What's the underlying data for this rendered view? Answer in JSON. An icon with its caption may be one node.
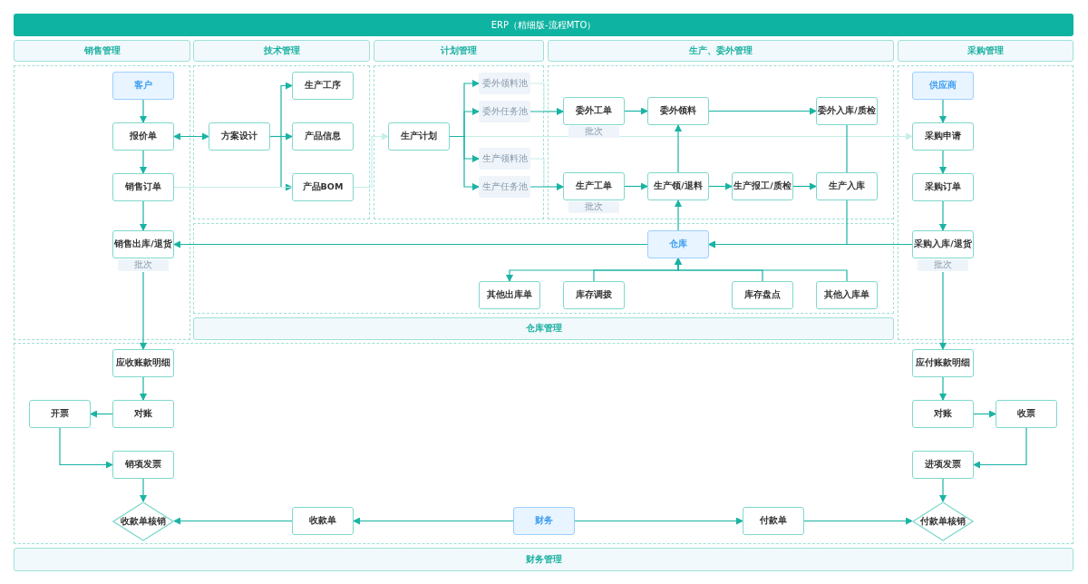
{
  "diagram": {
    "title": "ERP（精细版-流程MTO）",
    "nodes": [
      {
        "text": [
          "销售管理"
        ]
      },
      {
        "text": [
          "客户"
        ],
        "in": 0
      },
      {
        "text": [
          "报价单"
        ],
        "in": 0
      },
      {
        "text": [
          "销售订单"
        ],
        "in": 0
      },
      {
        "text": [
          "销售出库/退货"
        ],
        "beside": [
          "批次"
        ],
        "in": 0
      },
      {
        "text": [
          "技术管理"
        ]
      },
      {
        "text": [
          "方案设计"
        ],
        "in": 5
      },
      {
        "text": [
          "生产工序"
        ],
        "in": 5
      },
      {
        "text": [
          "产品信息"
        ],
        "in": 5
      },
      {
        "text": [
          "产品BOM"
        ],
        "in": 5
      },
      {
        "text": [
          "计划管理"
        ]
      },
      {
        "text": [
          "生产计划"
        ],
        "in": 10
      },
      {
        "text": [
          "委外领料池"
        ],
        "in": 10
      },
      {
        "text": [
          "委外任务池"
        ],
        "in": 10
      },
      {
        "text": [
          "生产领料池"
        ],
        "in": 10
      },
      {
        "text": [
          "生产任务池"
        ],
        "in": 10
      },
      {
        "text": [
          "生产、委外管理"
        ]
      },
      {
        "text": [
          "委外工单"
        ],
        "beside": [
          "批次"
        ],
        "in": 16
      },
      {
        "text": [
          "委外领料"
        ],
        "in": 16
      },
      {
        "text": [
          "委外入库/质检"
        ],
        "in": 16
      },
      {
        "text": [
          "生产工单"
        ],
        "beside": [
          "批次"
        ],
        "in": 16
      },
      {
        "text": [
          "生产领/退料"
        ],
        "in": 16
      },
      {
        "text": [
          "生产报工/质检"
        ],
        "in": 16
      },
      {
        "text": [
          "生产入库"
        ],
        "in": 16
      },
      {
        "text": [
          "采购管理"
        ]
      },
      {
        "text": [
          "供应商"
        ],
        "in": 24
      },
      {
        "text": [
          "采购申请"
        ],
        "in": 24
      },
      {
        "text": [
          "采购订单"
        ],
        "in": 24
      },
      {
        "text": [
          "采购入库/退货"
        ],
        "beside": [
          "批次"
        ],
        "in": 24
      },
      {
        "text": [
          "仓库管理"
        ]
      },
      {
        "text": [
          "仓库"
        ],
        "in": 29
      },
      {
        "text": [
          "其他出库单"
        ],
        "in": 29
      },
      {
        "text": [
          "库存调拨"
        ],
        "in": 29
      },
      {
        "text": [
          "库存盘点"
        ],
        "in": 29
      },
      {
        "text": [
          "其他入库单"
        ],
        "in": 29
      },
      {
        "text": [
          "财务管理"
        ]
      },
      {
        "text": [
          "应收账款明细"
        ],
        "in": 35
      },
      {
        "text": [
          "对账"
        ],
        "in": 35
      },
      {
        "text": [
          "开票"
        ],
        "in": 35
      },
      {
        "text": [
          "销项发票"
        ],
        "in": 35
      },
      {
        "text": [
          "收款单核销"
        ],
        "in": 35
      },
      {
        "text": [
          "收款单"
        ],
        "in": 35
      },
      {
        "text": [
          "财务"
        ],
        "in": 35
      },
      {
        "text": [
          "付款单"
        ],
        "in": 35
      },
      {
        "text": [
          "付款单核销"
        ],
        "in": 35
      },
      {
        "text": [
          "应付账款明细"
        ],
        "in": 35
      },
      {
        "text": [
          "对账"
        ],
        "in": 35
      },
      {
        "text": [
          "收票"
        ],
        "in": 35
      },
      {
        "text": [
          "进项发票"
        ],
        "in": 35
      }
    ],
    "edges": [
      {
        "from": 1,
        "to": 2,
        "arrow": "to"
      },
      {
        "from": 2,
        "to": 6,
        "arrow": "both"
      },
      {
        "from": 6,
        "to": 7,
        "arrow": "to"
      },
      {
        "from": 6,
        "to": 8,
        "arrow": "to"
      },
      {
        "from": 6,
        "to": 9,
        "arrow": "to"
      },
      {
        "from": 2,
        "to": 3,
        "arrow": "to"
      },
      {
        "from": 3,
        "to": 9,
        "arrow": "none",
        "color": "#c6eee8"
      },
      {
        "from": 9,
        "to": 11,
        "arrow": "to",
        "color": "#c6eee8"
      },
      {
        "from": 11,
        "to": 26,
        "arrow": "to",
        "color": "#c6eee8"
      },
      {
        "from": 11,
        "to": 12,
        "arrow": "to"
      },
      {
        "from": 11,
        "to": 13,
        "arrow": "to"
      },
      {
        "from": 11,
        "to": 14,
        "arrow": "to"
      },
      {
        "from": 11,
        "to": 15,
        "arrow": "to"
      },
      {
        "from": 12,
        "to": 17,
        "arrow": "to",
        "color": "#c6eee8"
      },
      {
        "from": 13,
        "to": 17,
        "arrow": "to"
      },
      {
        "from": 14,
        "to": 20,
        "arrow": "to",
        "color": "#c6eee8"
      },
      {
        "from": 15,
        "to": 20,
        "arrow": "to"
      },
      {
        "from": 17,
        "to": 18,
        "arrow": "to"
      },
      {
        "from": 18,
        "to": 19,
        "arrow": "to"
      },
      {
        "from": 20,
        "to": 21,
        "arrow": "to"
      },
      {
        "from": 21,
        "to": 18,
        "arrow": "to"
      },
      {
        "from": 21,
        "to": 22,
        "arrow": "to"
      },
      {
        "from": 22,
        "to": 23,
        "arrow": "to"
      },
      {
        "from": 19,
        "to": 23,
        "arrow": "none"
      },
      {
        "from": 23,
        "to": 30,
        "arrow": "to"
      },
      {
        "from": 30,
        "to": 21,
        "arrow": "to"
      },
      {
        "from": 28,
        "to": 30,
        "arrow": "to"
      },
      {
        "from": 30,
        "to": 4,
        "arrow": "to"
      },
      {
        "from": 3,
        "to": 4,
        "arrow": "to"
      },
      {
        "from": 30,
        "to": 31,
        "arrow": "to"
      },
      {
        "from": 32,
        "to": 30,
        "arrow": "to"
      },
      {
        "from": 33,
        "to": 30,
        "arrow": "to"
      },
      {
        "from": 34,
        "to": 30,
        "arrow": "to"
      },
      {
        "from": 25,
        "to": 26,
        "arrow": "to"
      },
      {
        "from": 26,
        "to": 27,
        "arrow": "to"
      },
      {
        "from": 27,
        "to": 28,
        "arrow": "to"
      },
      {
        "from": 4,
        "to": 36,
        "arrow": "to"
      },
      {
        "from": 36,
        "to": 37,
        "arrow": "to"
      },
      {
        "from": 37,
        "to": 38,
        "arrow": "to"
      },
      {
        "from": 38,
        "to": 39,
        "arrow": "to"
      },
      {
        "from": 39,
        "to": 40,
        "arrow": "to"
      },
      {
        "from": 41,
        "to": 40,
        "arrow": "to"
      },
      {
        "from": 42,
        "to": 41,
        "arrow": "to"
      },
      {
        "from": 42,
        "to": 43,
        "arrow": "to"
      },
      {
        "from": 43,
        "to": 44,
        "arrow": "to"
      },
      {
        "from": 28,
        "to": 45,
        "arrow": "to"
      },
      {
        "from": 45,
        "to": 46,
        "arrow": "to"
      },
      {
        "from": 46,
        "to": 47,
        "arrow": "to"
      },
      {
        "from": 47,
        "to": 48,
        "arrow": "to"
      },
      {
        "from": 48,
        "to": 44,
        "arrow": "to"
      }
    ]
  }
}
